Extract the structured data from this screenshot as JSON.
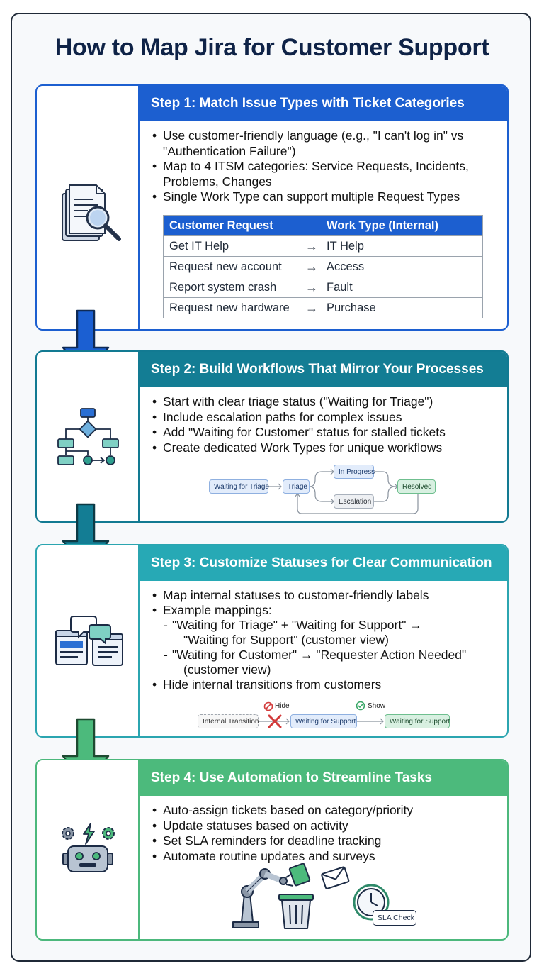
{
  "title": "How to Map Jira for Customer Support",
  "steps": [
    {
      "heading": "Step 1: Match Issue Types with Ticket Categories",
      "bullets": [
        "Use customer-friendly language (e.g., \"I can't log in\" vs \"Authentication Failure\")",
        "Map to 4 ITSM categories: Service Requests, Incidents, Problems, Changes",
        "Single Work Type can support multiple Request Types"
      ],
      "table": {
        "headers": [
          "Customer Request",
          "Work Type (Internal)"
        ],
        "arrow": "→",
        "rows": [
          [
            "Get IT Help",
            "IT Help"
          ],
          [
            "Request new account",
            "Access"
          ],
          [
            "Report system crash",
            "Fault"
          ],
          [
            "Request new hardware",
            "Purchase"
          ]
        ]
      },
      "icon": "document-search-icon"
    },
    {
      "heading": "Step 2: Build Workflows That Mirror Your Processes",
      "bullets": [
        "Start with clear triage status (\"Waiting for Triage\")",
        "Include escalation paths for complex issues",
        "Add \"Waiting for Customer\" status for stalled tickets",
        "Create dedicated Work Types for unique workflows"
      ],
      "flow": {
        "waiting": "Waiting for Triage",
        "triage": "Triage",
        "progress": "In Progress",
        "escalation": "Escalation",
        "resolved": "Resolved"
      },
      "icon": "workflow-icon"
    },
    {
      "heading": "Step 3: Customize Statuses for Clear Communication",
      "bullets": [
        "Map internal statuses to customer-friendly labels",
        "Example mappings:"
      ],
      "sub_bullets": [
        "\"Waiting for Triage\" + \"Waiting for Support\" →",
        "\"Waiting for Support\" (customer view)",
        "\"Waiting for Customer\" → \"Requester Action Needed\"",
        "(customer view)"
      ],
      "last_bullet": "Hide internal transitions from customers",
      "flow": {
        "hide": "Hide",
        "show": "Show",
        "internal": "Internal Transition",
        "support": "Waiting for Support",
        "customer": "Waiting for Support"
      },
      "icon": "chat-windows-icon"
    },
    {
      "heading": "Step 4: Use Automation to Streamline Tasks",
      "bullets": [
        "Auto-assign tickets based on category/priority",
        "Update statuses based on activity",
        "Set SLA reminders for deadline tracking",
        "Automate routine updates and surveys"
      ],
      "sla": "SLA Check",
      "icon": "robot-gears-icon"
    }
  ],
  "colors": {
    "step1": "#1c5fd0",
    "step2": "#137d94",
    "step3": "#27a9b5",
    "step4": "#4cba7c",
    "title": "#0f2347"
  }
}
